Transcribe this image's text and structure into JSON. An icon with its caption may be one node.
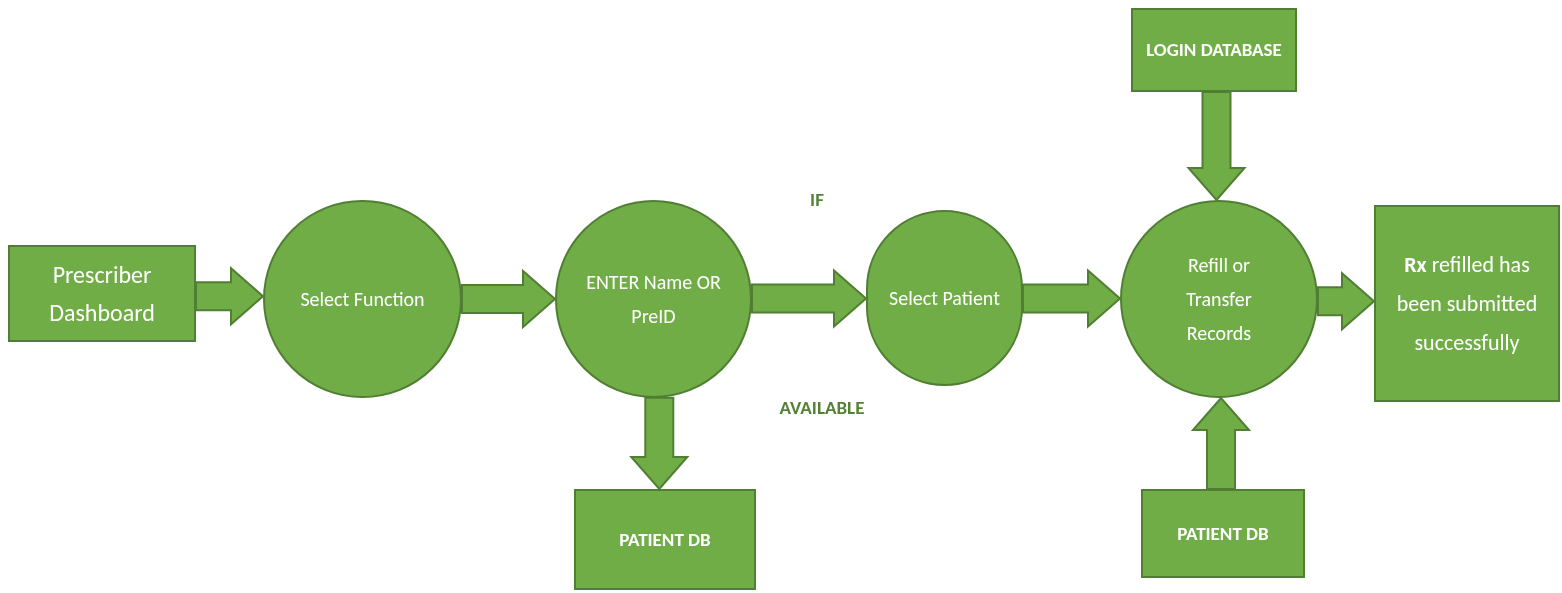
{
  "diagram": {
    "nodes": [
      {
        "text": [
          "Prescriber Dashboard"
        ]
      },
      {
        "text": [
          "Select Function"
        ]
      },
      {
        "text": [
          "ENTER Name OR PreID"
        ]
      },
      {
        "text": [
          "Select Patient"
        ]
      },
      {
        "text": [
          "Refill or Transfer Records"
        ]
      },
      {
        "text": [
          "**Rx** refilled has been submitted successfully"
        ]
      },
      {
        "text": [
          "LOGIN DATABASE"
        ]
      },
      {
        "text": [
          "PATIENT DB"
        ]
      },
      {
        "text": [
          "PATIENT DB"
        ]
      }
    ],
    "edges": [
      {
        "from": 0,
        "to": 1,
        "arrow": "to"
      },
      {
        "from": 1,
        "to": 2,
        "arrow": "to"
      },
      {
        "from": 2,
        "to": 3,
        "arrow": "to"
      },
      {
        "from": 3,
        "to": 4,
        "arrow": "to"
      },
      {
        "from": 4,
        "to": 5,
        "arrow": "to"
      },
      {
        "from": 2,
        "to": 7,
        "arrow": "to"
      },
      {
        "from": 6,
        "to": 4,
        "arrow": "to"
      },
      {
        "from": 8,
        "to": 4,
        "arrow": "to"
      }
    ],
    "labels": [
      "IF",
      "AVAILABLE"
    ]
  }
}
